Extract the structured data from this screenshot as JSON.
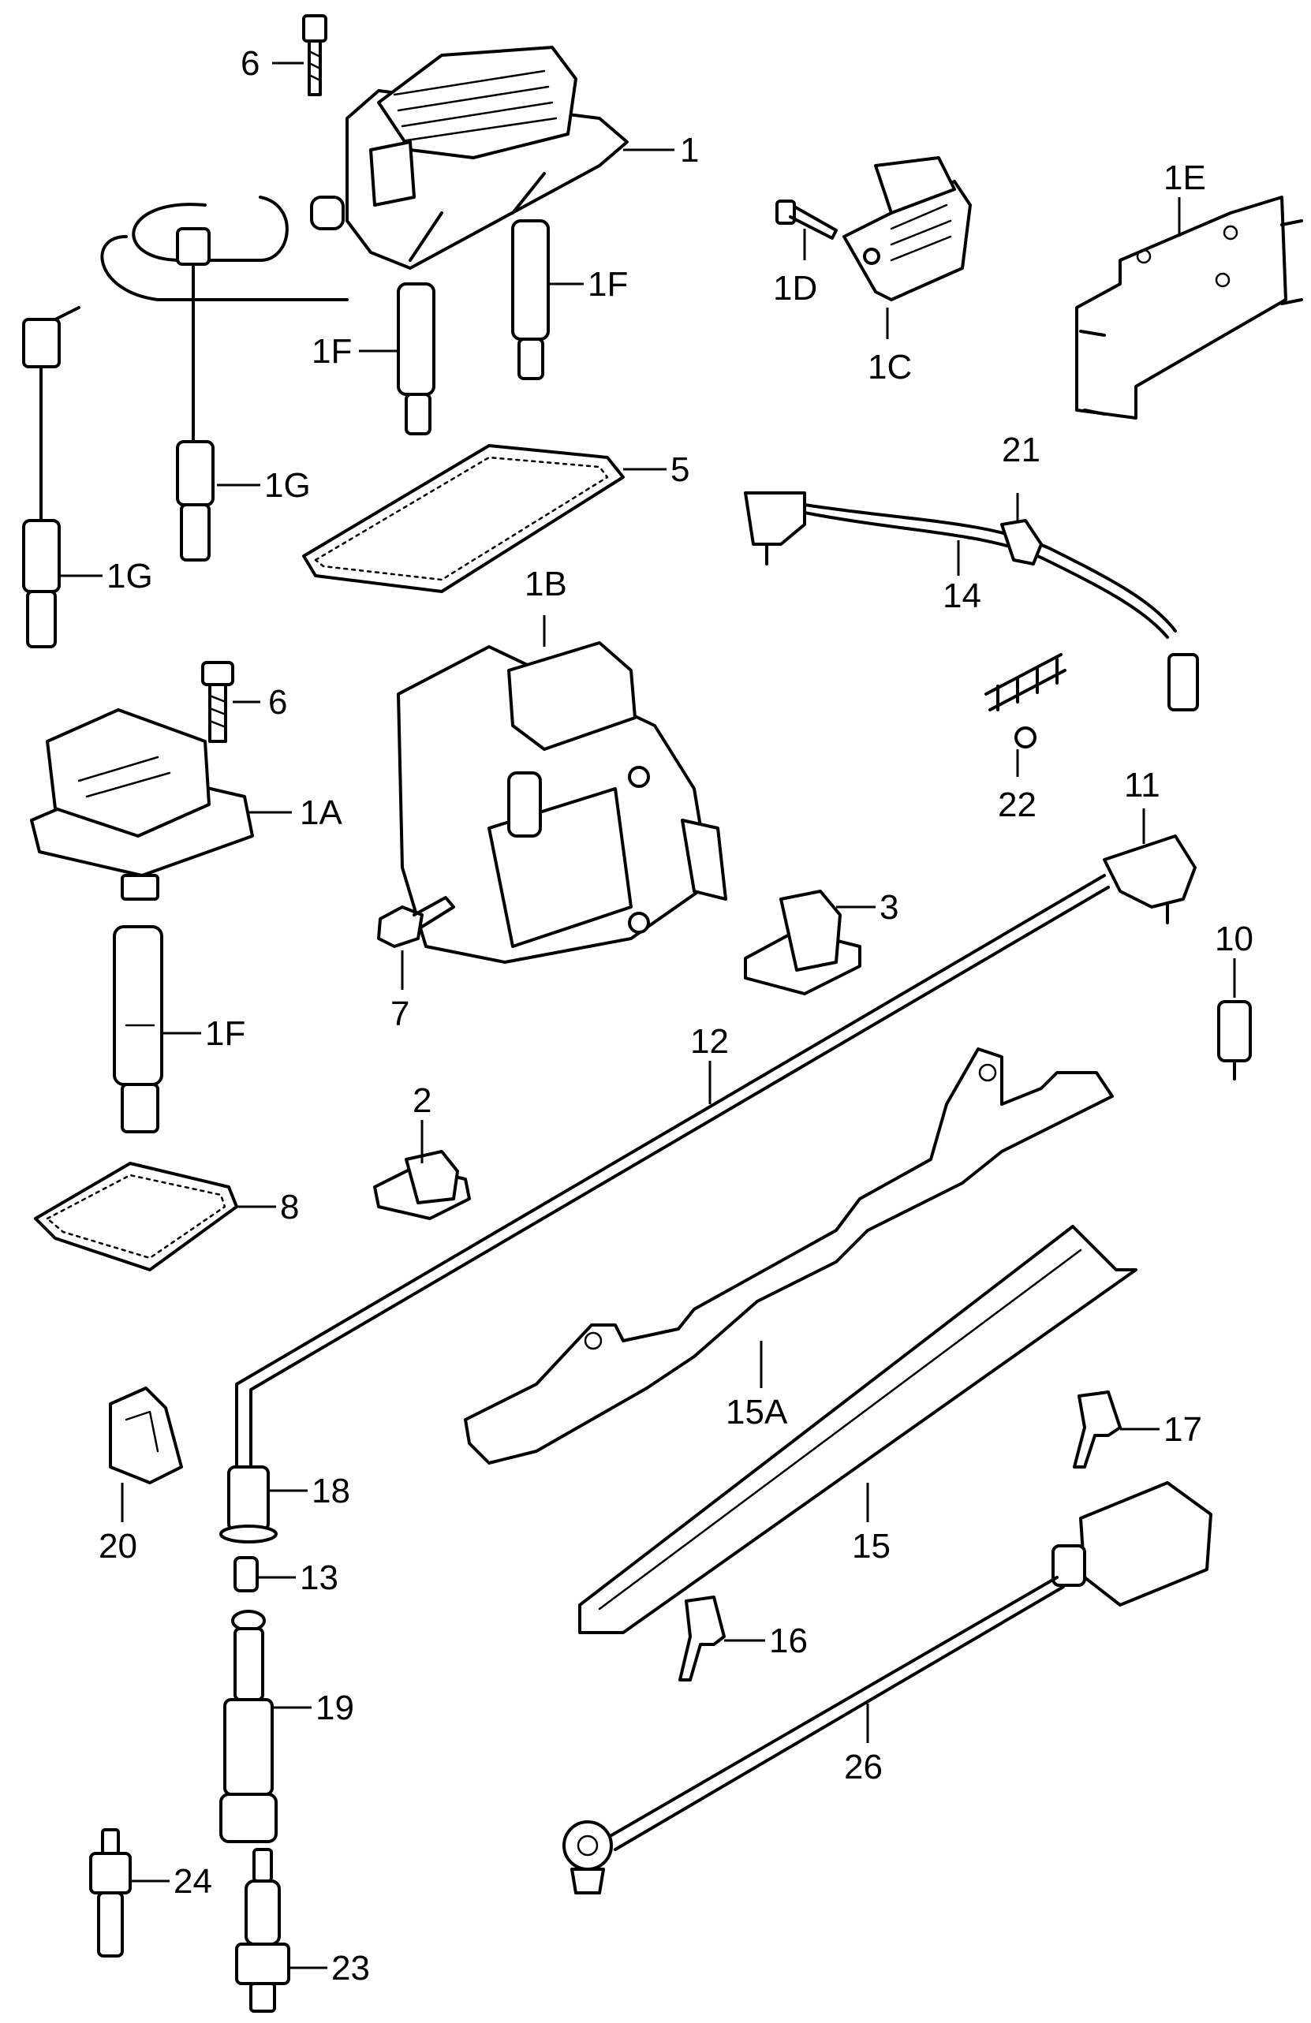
{
  "labels": {
    "p1": "1",
    "p1A": "1A",
    "p1B": "1B",
    "p1C": "1C",
    "p1D": "1D",
    "p1E": "1E",
    "p1F_top_a": "1F",
    "p1F_top_b": "1F",
    "p1F_mid": "1F",
    "p1G_a": "1G",
    "p1G_b": "1G",
    "p2": "2",
    "p3": "3",
    "p5": "5",
    "p6_top": "6",
    "p6_mid": "6",
    "p7": "7",
    "p8": "8",
    "p10": "10",
    "p11": "11",
    "p12": "12",
    "p13": "13",
    "p14": "14",
    "p15": "15",
    "p15A": "15A",
    "p16": "16",
    "p17": "17",
    "p18": "18",
    "p19": "19",
    "p20": "20",
    "p21": "21",
    "p22": "22",
    "p23": "23",
    "p24": "24",
    "p26": "26"
  }
}
